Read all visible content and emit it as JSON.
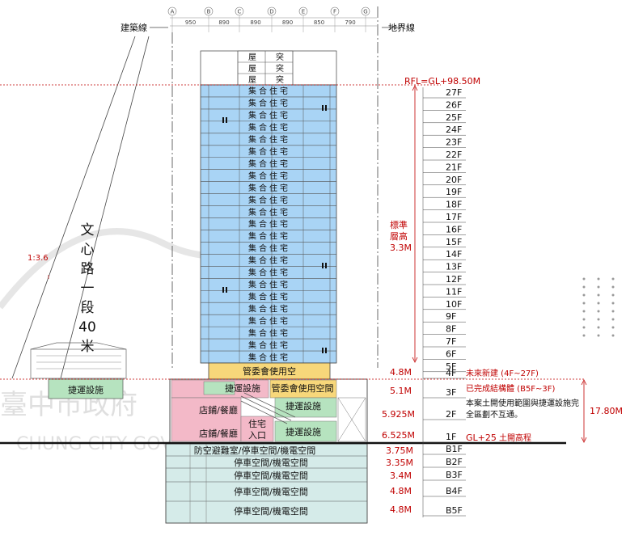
{
  "top": {
    "left_line_label": "建築線",
    "right_line_label": "地界線",
    "grid_axes": [
      "A",
      "B",
      "C",
      "D",
      "E",
      "F",
      "G"
    ],
    "grid_spacings": [
      "950",
      "890",
      "890",
      "890",
      "850",
      "790"
    ]
  },
  "rfl_label": "RFL=GL+98.50M",
  "road_label": [
    "文",
    "心",
    "路",
    "一",
    "段",
    "40",
    "米"
  ],
  "slope_label": "1:3.6",
  "floors": [
    "27F",
    "26F",
    "25F",
    "24F",
    "23F",
    "22F",
    "21F",
    "20F",
    "19F",
    "18F",
    "17F",
    "16F",
    "15F",
    "14F",
    "13F",
    "12F",
    "11F",
    "10F",
    "9F",
    "8F",
    "7F",
    "6F",
    "5F",
    "4F",
    "3F",
    "2F",
    "1F",
    "B1F",
    "B2F",
    "B3F",
    "B4F",
    "B5F"
  ],
  "floor_heights": {
    "standard_label": [
      "標準",
      "層高"
    ],
    "standard_value": "3.3M",
    "f4": "4.8M",
    "f3": "5.1M",
    "f2": "5.925M",
    "f1": "6.525M",
    "b1": "3.75M",
    "b2": "3.35M",
    "b3": "3.4M",
    "b4": "4.8M",
    "b5": "4.8M"
  },
  "notes": {
    "future": "未來新建 (4F~27F)",
    "completed": "已完成結構體 (B5F~3F)",
    "scope_line1": "本案土開使用範圍與捷運設施完",
    "scope_line2": "全區劃不互通。",
    "total_height": "17.80M",
    "gl_label": "GL+25",
    "gl_note": "土開高程"
  },
  "building": {
    "roof_chars": [
      "屋",
      "突",
      "屋",
      "突",
      "屋",
      "突"
    ],
    "residential_chars": [
      "集",
      "合",
      "住",
      "宅"
    ],
    "committee": "管委會使用空",
    "committee_right": "管委會使用空間",
    "mrt_left": "捷運設施",
    "mrt_mid": "捷運設施",
    "mrt_lower": "捷運設施",
    "mrt_bottom": "捷運設施",
    "shop_top": "店鋪/餐廳",
    "shop_bottom": "店鋪/餐廳",
    "residence_entry_1": "住宅",
    "residence_entry_2": "入口",
    "b1_text": "防空避難室/停車空間/機電空間",
    "b_text": "停車空間/機電空間"
  },
  "watermark": {
    "cn": "臺中市政府",
    "en": "CHUNG CITY GOV"
  },
  "colors": {
    "residential": "#a9d4f5",
    "committee": "#f7d77a",
    "mrt": "#b6e3bf",
    "shop": "#f3b9c8",
    "basement": "#d5ebe9",
    "redline": "#c00000"
  }
}
